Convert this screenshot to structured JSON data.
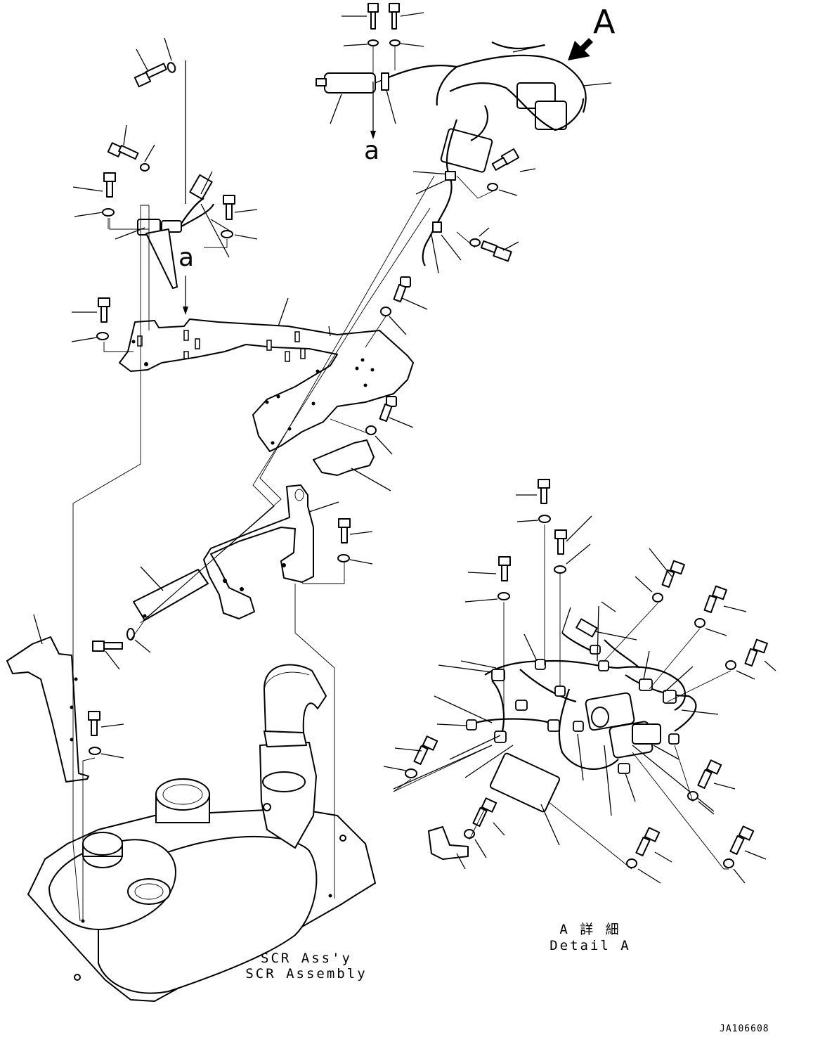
{
  "view_arrow_label": "A",
  "ref_label_upper": "a",
  "ref_label_lower": "a",
  "scr_caption": {
    "line1": "SCR Ass'y",
    "line2": "SCR Assembly"
  },
  "detail_caption": {
    "line1": "A 詳 細",
    "line2": "Detail A"
  },
  "drawing_number": "JA106608"
}
